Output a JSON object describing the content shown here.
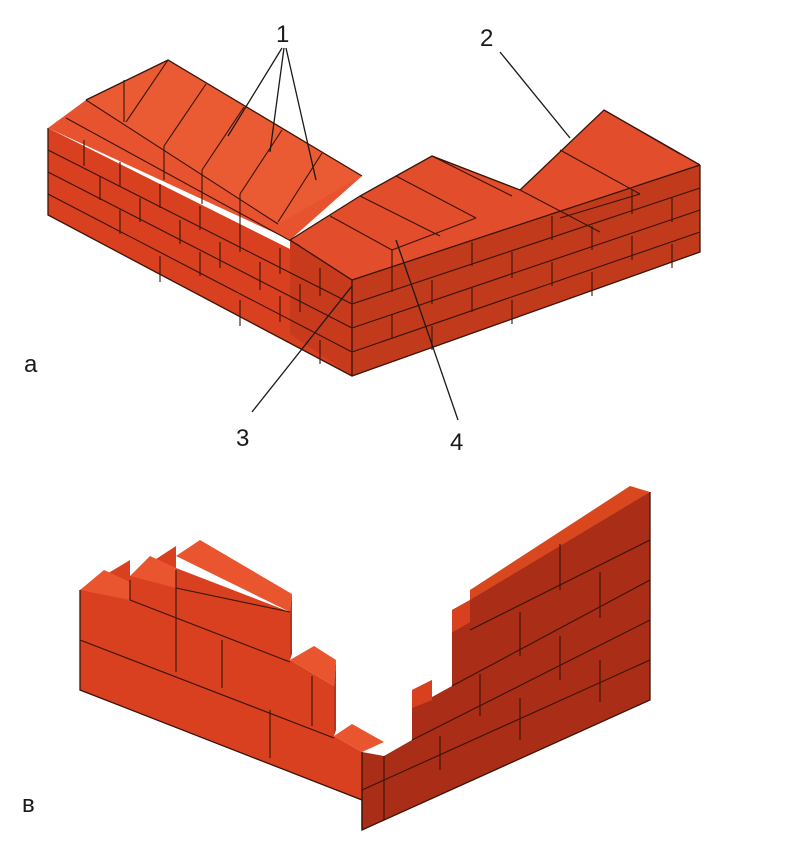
{
  "figure_a": {
    "label": "а",
    "callouts": {
      "c1": "1",
      "c2": "2",
      "c3": "3",
      "c4": "4"
    }
  },
  "figure_b": {
    "label": "в"
  },
  "colors": {
    "brick_top": "#e8502e",
    "brick_front": "#d9401f",
    "brick_side": "#b8341a",
    "brick_dark": "#a92d17",
    "mortar": "#3a1408"
  }
}
